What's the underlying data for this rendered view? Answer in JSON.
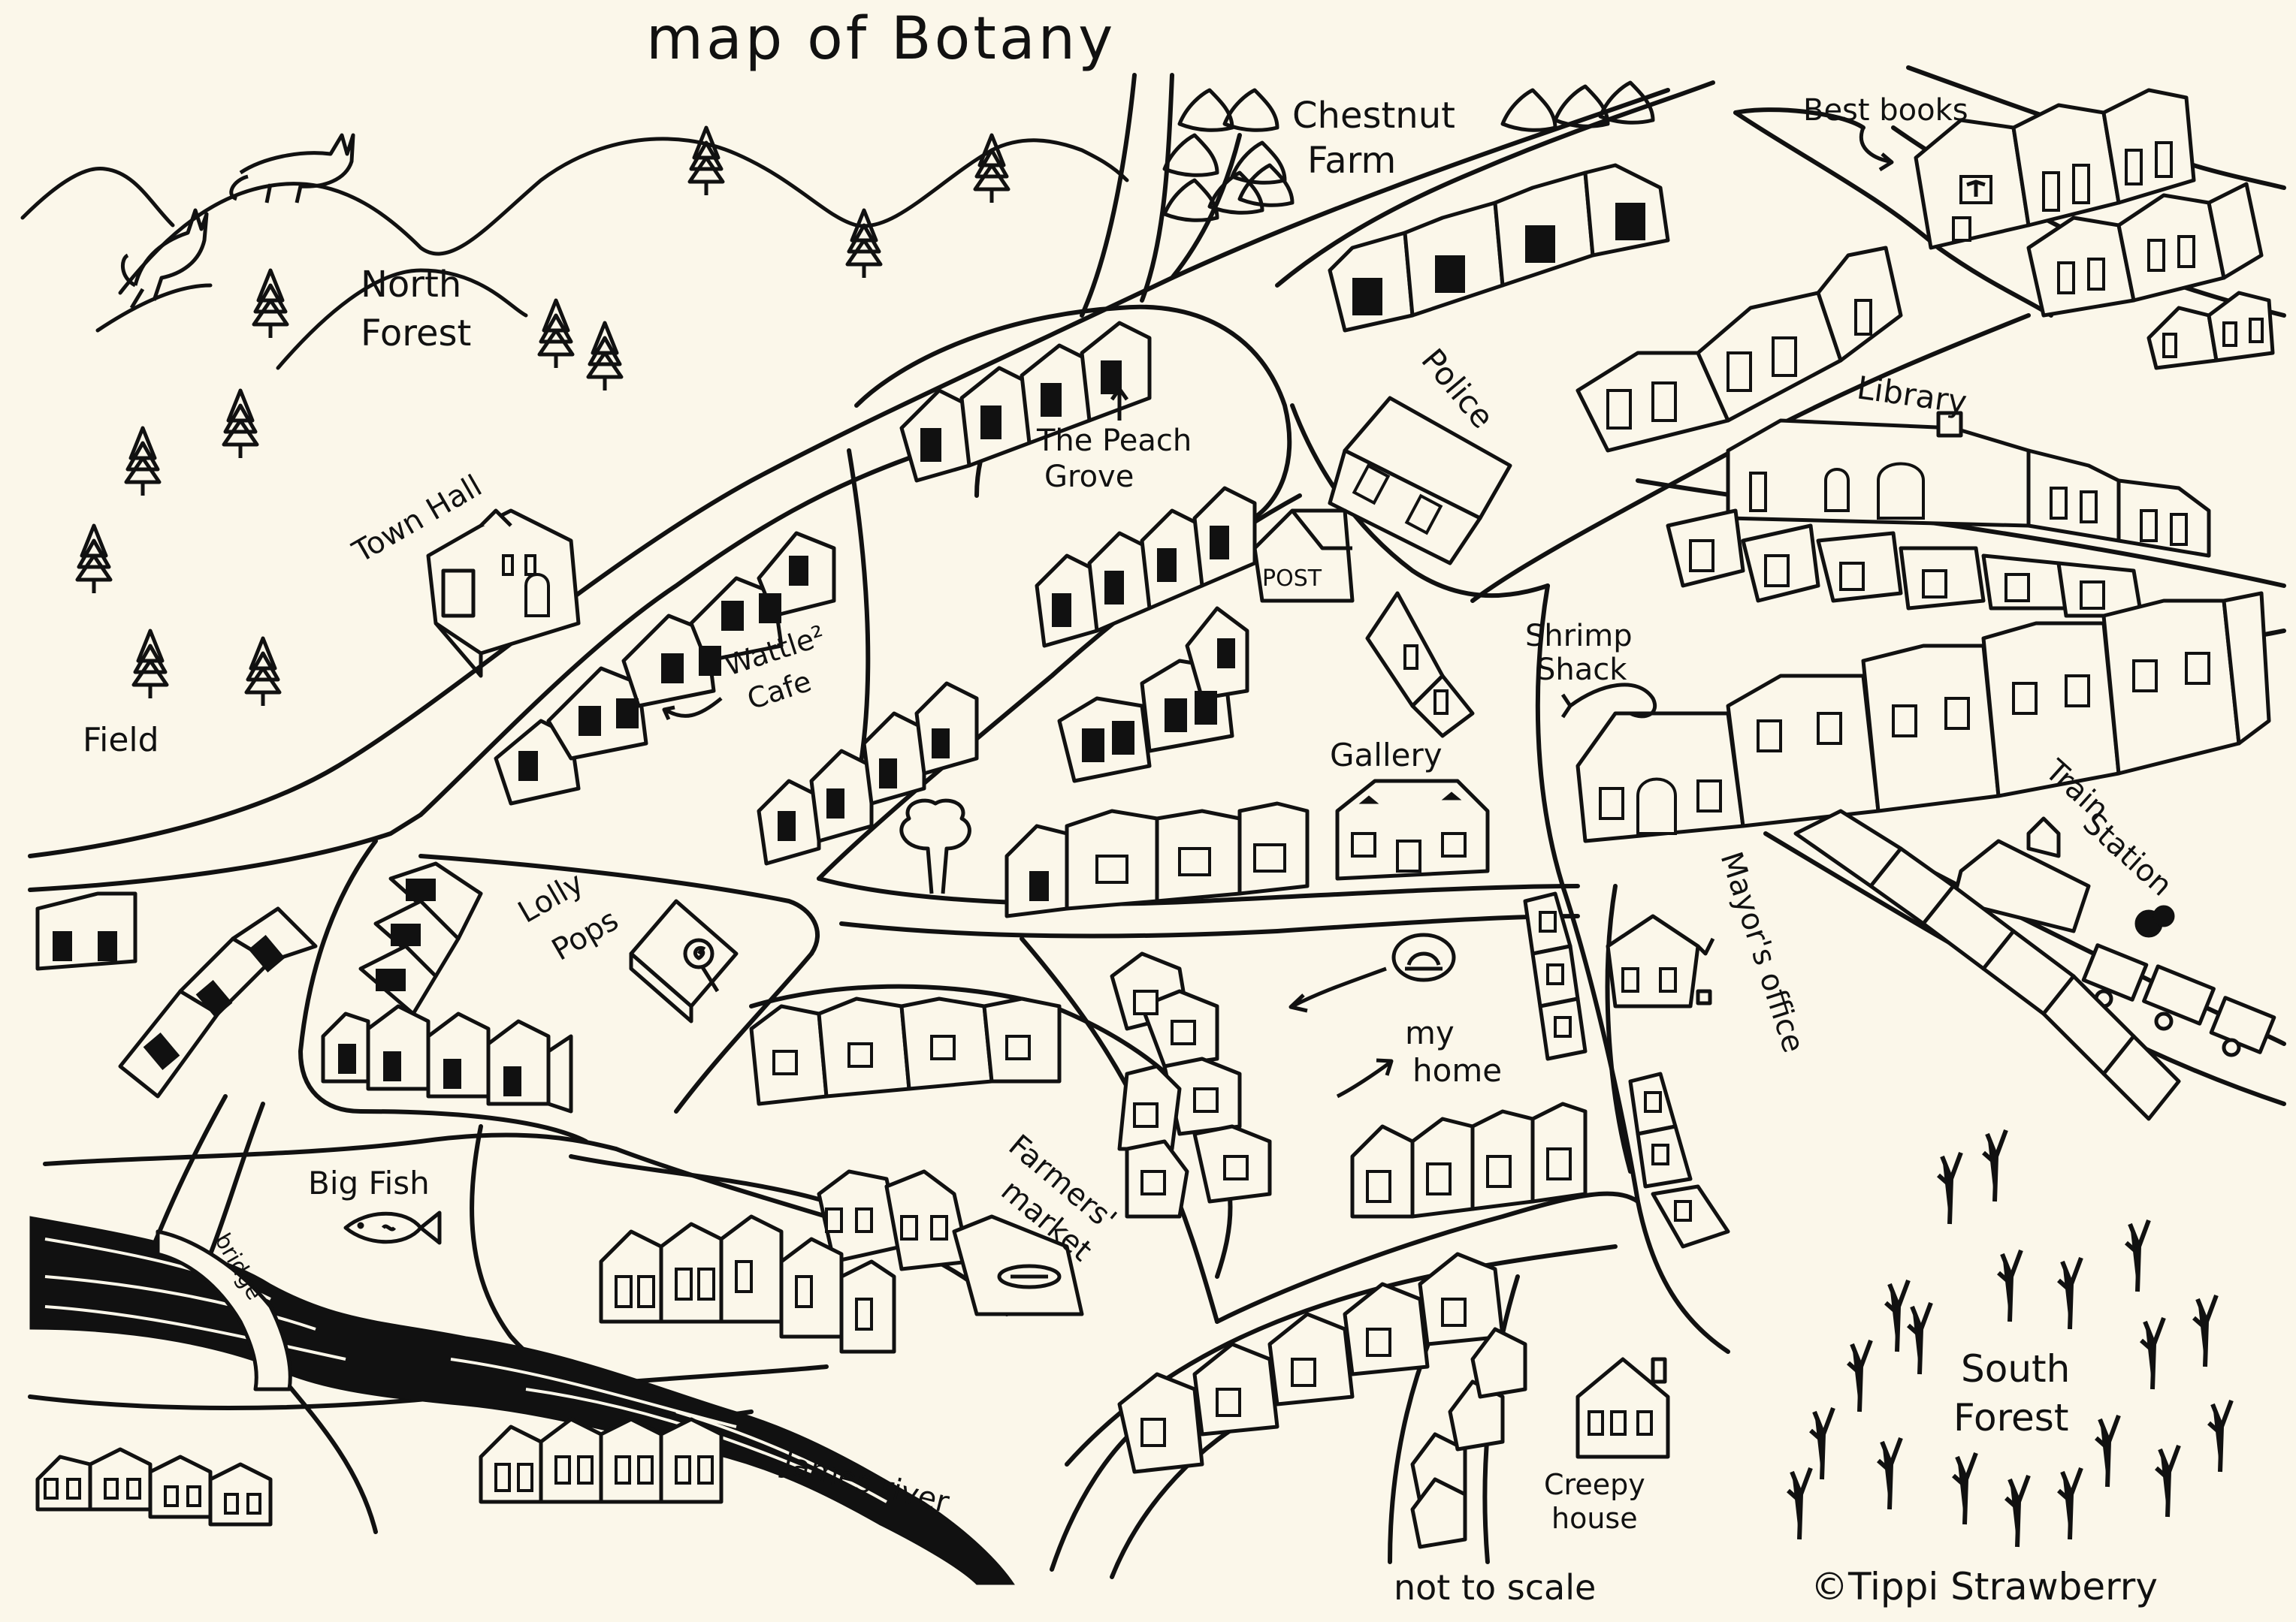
{
  "title": "map of Botany",
  "labels": {
    "chestnut_farm": [
      "Chestnut",
      "Farm"
    ],
    "best_books": "Best books",
    "north_forest": [
      "North",
      "Forest"
    ],
    "town_hall": "Town Hall",
    "peach_grove": [
      "The Peach",
      "Grove"
    ],
    "police": "Police",
    "library": "Library",
    "wattle_cafe": [
      "Wattle²",
      "Cafe"
    ],
    "post": "POST",
    "shrimp_shack": [
      "Shrimp",
      "Shack"
    ],
    "field": "Field",
    "gallery": "Gallery",
    "train_station": [
      "Train",
      "Station"
    ],
    "lolly_pops": [
      "Lolly",
      "Pops"
    ],
    "mayors_office": "Mayor's office",
    "my_home": [
      "my",
      "home"
    ],
    "big_fish": "Big Fish",
    "farmers_market": [
      "Farmers'",
      "market"
    ],
    "bridge": "bridge",
    "south_forest": [
      "South",
      "Forest"
    ],
    "james_river": "James river",
    "creepy_house": [
      "Creepy",
      "house"
    ],
    "not_to_scale": "not to scale",
    "credit": "©Tippi Strawberry"
  },
  "colors": {
    "ink": "#111111",
    "paper": "#fbf7ea"
  }
}
